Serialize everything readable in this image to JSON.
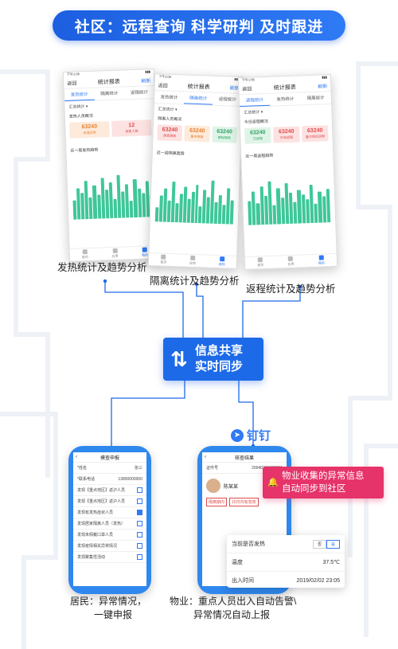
{
  "title": "社区：远程查询 科学研判 及时跟进",
  "accent": "#1d6ae8",
  "phone_common": {
    "status_time": "下午1:06",
    "back": "返回",
    "nav_title": "统计报表",
    "refresh": "刷新",
    "filter": "汇总统计 ▾",
    "tabbar": [
      "首页",
      "应用",
      "我的"
    ]
  },
  "phone1": {
    "tabs": [
      "发热统计",
      "隔离统计",
      "返程统计"
    ],
    "section": "发热人员概况",
    "cards": [
      {
        "value": "63240",
        "label": "体温异常"
      },
      {
        "value": "12",
        "label": "就医人数"
      }
    ],
    "chart_title": "近一周发热趋势",
    "chart_data": {
      "type": "bar",
      "values": [
        40,
        65,
        55,
        80,
        45,
        70,
        50,
        85,
        60,
        75,
        40,
        90,
        55,
        70,
        35,
        80,
        60,
        50,
        75,
        45
      ]
    }
  },
  "phone2": {
    "tabs": [
      "发热统计",
      "隔离统计",
      "返程统计"
    ],
    "section": "隔离人员概况",
    "cards": [
      {
        "value": "63240",
        "label": "居家隔离"
      },
      {
        "value": "63240",
        "label": "集中隔离"
      },
      {
        "value": "63240",
        "label": "解除隔离"
      }
    ],
    "chart_title": "近一周隔离趋势",
    "chart_data": {
      "type": "bar",
      "values": [
        30,
        55,
        70,
        45,
        85,
        40,
        60,
        75,
        50,
        65,
        80,
        35,
        70,
        55,
        90,
        45,
        60,
        40,
        75,
        50
      ]
    }
  },
  "phone3": {
    "tabs": [
      "返程统计",
      "发热统计",
      "隔离统计"
    ],
    "section": "今日返程概况",
    "cards": [
      {
        "value": "63240",
        "label": "已返程"
      },
      {
        "value": "63240",
        "label": "外地返程"
      },
      {
        "value": "63240",
        "label": "重点地区返程"
      }
    ],
    "chart_title": "近一周返程趋势",
    "chart_data": {
      "type": "bar",
      "values": [
        50,
        70,
        45,
        80,
        60,
        90,
        40,
        75,
        55,
        85,
        65,
        45,
        70,
        60,
        50,
        80,
        40,
        65,
        55,
        70
      ]
    }
  },
  "captions": {
    "fever": "发热统计及趋势分析",
    "isolate": "隔离统计及趋势分析",
    "return": "返程统计及趋势分析"
  },
  "hub": {
    "line1": "信息共享",
    "line2": "实时同步",
    "icon": "sync-arrows-icon"
  },
  "left_phone": {
    "title": "摸查申报",
    "fields": [
      {
        "label": "*姓名",
        "value": "张三"
      },
      {
        "label": "*联系电话",
        "value": "13800000000"
      }
    ],
    "items": [
      "发现【重点地区】返沪人员",
      "发现【重点地区】返沪人员",
      "发现有发热症状人员",
      "发现居家隔离人员（发热）",
      "发现未佩戴口罩人员",
      "发现疫情相关异常情况",
      "发现聚集性活动"
    ],
    "checked": [
      false,
      false,
      true,
      false,
      false,
      false,
      false
    ]
  },
  "right_phone": {
    "title": "核查结果",
    "id_label": "证件号",
    "id_value": "20040201000201",
    "person": "陈某某",
    "tags": [
      "隔离期内",
      "15日内有发热"
    ]
  },
  "dingding": "钉钉",
  "alert": {
    "line1": "物业收集的异常信息",
    "line2": "自动同步到社区"
  },
  "popup": {
    "fever_q": "当前是否发热",
    "yes": "否",
    "no": "是",
    "temp_label": "温度",
    "temp_value": "37.5℃",
    "time_label": "出入时间",
    "time_value": "2019/02/02 23:05"
  },
  "bottom": {
    "resident": "居民：异常情况，",
    "resident2": "一键申报",
    "property": "物业：重点人员出入自动告警\\",
    "property2": "异常情况自动上报"
  }
}
